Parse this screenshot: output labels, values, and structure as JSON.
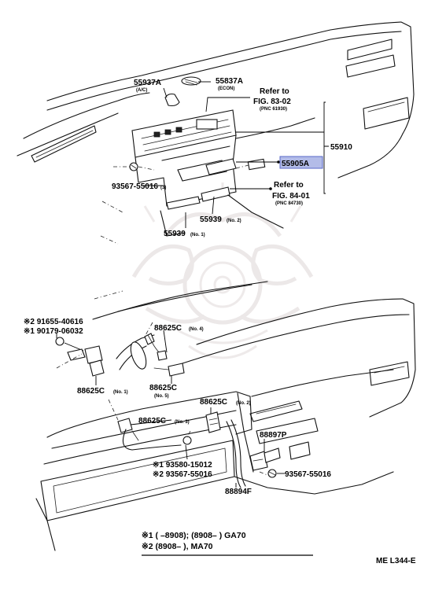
{
  "parts": {
    "p55937A": {
      "code": "55937A",
      "sub": "(A/C)"
    },
    "p55837A": {
      "code": "55837A",
      "sub": "(ECON)"
    },
    "p55910": {
      "code": "55910"
    },
    "p55905A": {
      "code": "55905A"
    },
    "p93567_3": {
      "code": "93567-55016",
      "sub": "(3)"
    },
    "p55939_2": {
      "code": "55939",
      "sub": "(No. 2)"
    },
    "p55939_1": {
      "code": "55939",
      "sub": "(No. 1)"
    },
    "p91655": {
      "code": "※2 91655-40616"
    },
    "p90179": {
      "code": "※1 90179-06032"
    },
    "p88625C_4": {
      "code": "88625C",
      "sub": "(No. 4)"
    },
    "p88625C_1": {
      "code": "88625C",
      "sub": "(No. 1)"
    },
    "p88625C_5": {
      "code": "88625C",
      "sub": "(No. 5)"
    },
    "p88625C_2": {
      "code": "88625C",
      "sub": "(No. 2)"
    },
    "p88625C_3": {
      "code": "88625C",
      "sub": "(No. 3)"
    },
    "p88897P": {
      "code": "88897P"
    },
    "p93580": {
      "code": "※1 93580-15012"
    },
    "p93567b": {
      "code": "※2 93567-55016"
    },
    "p93567c": {
      "code": "93567-55016"
    },
    "p88894F": {
      "code": "88894F"
    }
  },
  "refs": {
    "ref1": {
      "title": "Refer to",
      "fig": "FIG. 83-02",
      "pnc": "(PNC 61930)"
    },
    "ref2": {
      "title": "Refer to",
      "fig": "FIG. 84-01",
      "pnc": "(PNC 84730)"
    }
  },
  "footnote": {
    "line1": "※1 (         –8908); (8908–         ) GA70",
    "line2": "※2 (8908–         ), MA70"
  },
  "figure_id": "ME L344-E",
  "highlight_color": "#9aa6e0"
}
